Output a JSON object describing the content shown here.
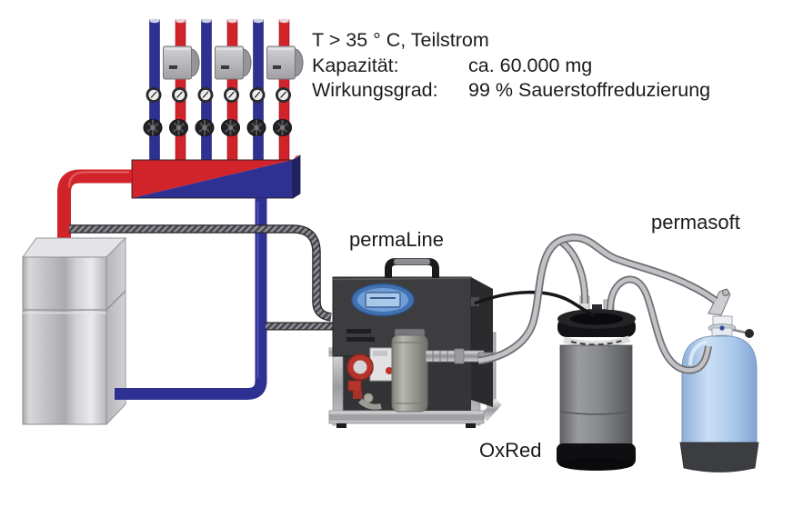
{
  "annotations": {
    "condition_line": "T > 35 ° C, Teilstrom",
    "specs": [
      {
        "label": "Kapazität:",
        "value": "ca. 60.000 mg"
      },
      {
        "label": "Wirkungsgrad:",
        "value": "99 % Sauerstoffreduzierung"
      }
    ]
  },
  "labels": {
    "permaline": "permaLine",
    "oxred": "OxRed",
    "permasoft": "permasoft"
  },
  "components": {
    "manifold": "heating-circuit-distribution-manifold",
    "pipes": "6 risers alternating blue/red with pumps, gauges, shut-off valves",
    "tank": "boiler-buffer-tank",
    "device": "permaLine treatment unit with display, filter and pump",
    "cartridge_gray": "OxRed oxygen reduction cartridge",
    "cartridge_blue": "permasoft softening cylinder"
  },
  "colors": {
    "background": "#ffffff",
    "pipe_red": "#d1232a",
    "pipe_blue": "#2e3192",
    "manifold_side": "#1f2266",
    "hose_gray": "#c2c2c6",
    "cable_black": "#161618",
    "permaline_body": "#3d3d3f",
    "display_blue": "#4173b4",
    "oxred_gray": "#8d8e90",
    "permasoft_blue": "#aac6e8",
    "text": "#1b1b1b"
  }
}
